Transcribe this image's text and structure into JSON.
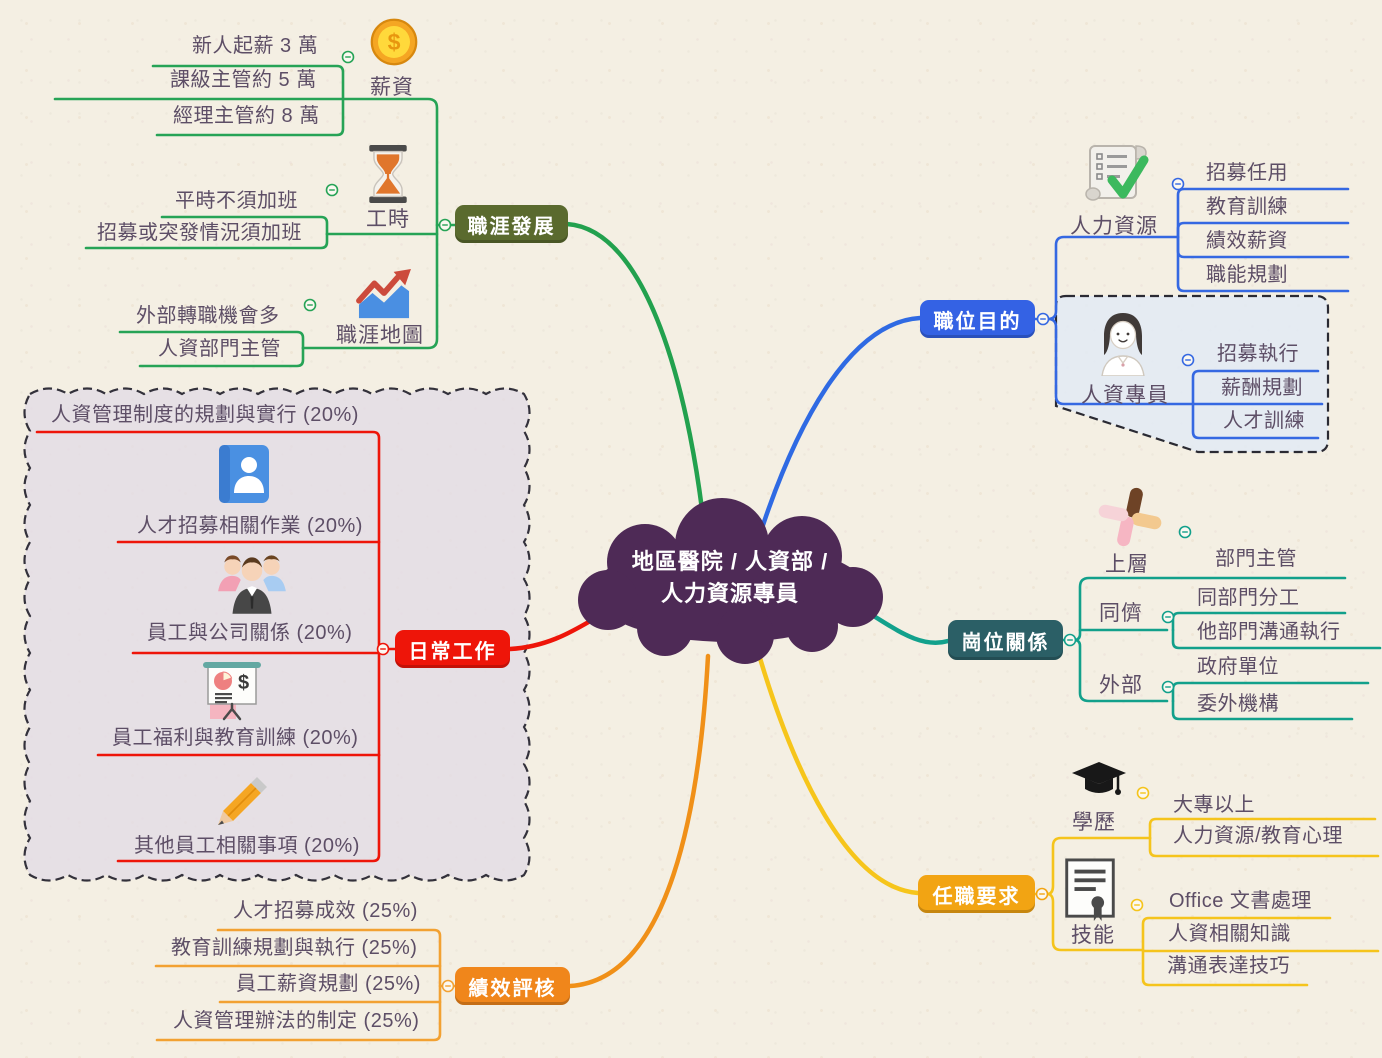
{
  "center": {
    "line1": "地區醫院 / 人資部 /",
    "line2": "人力資源專員"
  },
  "branches": {
    "career": {
      "label": "職涯發展",
      "line_color": "#26A356",
      "node_color": "#5A6A2E",
      "children": [
        {
          "label": "薪資",
          "icon": "coin-icon",
          "items": [
            "新人起薪 3 萬",
            "課級主管約 5 萬",
            "經理主管約 8 萬"
          ]
        },
        {
          "label": "工時",
          "icon": "hourglass-icon",
          "items": [
            "平時不須加班",
            "招募或突發情況須加班"
          ]
        },
        {
          "label": "職涯地圖",
          "icon": "trend-chart-icon",
          "items": [
            "外部轉職機會多",
            "人資部門主管"
          ]
        }
      ]
    },
    "purpose": {
      "label": "職位目的",
      "line_color": "#3568E2",
      "node_color": "#3462E4",
      "children": [
        {
          "label": "人力資源",
          "icon": "checklist-scroll-icon",
          "items": [
            "招募任用",
            "教育訓練",
            "績效薪資",
            "職能規劃"
          ]
        },
        {
          "label": "人資專員",
          "icon": "woman-avatar-icon",
          "items": [
            "招募執行",
            "薪酬規劃",
            "人才訓練"
          ]
        }
      ]
    },
    "relations": {
      "label": "崗位關係",
      "line_color": "#12A08B",
      "node_color": "#2B5F66",
      "icon": "holding-hands-icon",
      "children": [
        {
          "label": "上層",
          "items": [
            "部門主管"
          ]
        },
        {
          "label": "同儕",
          "items": [
            "同部門分工",
            "他部門溝通執行"
          ]
        },
        {
          "label": "外部",
          "items": [
            "政府單位",
            "委外機構"
          ]
        }
      ]
    },
    "requirements": {
      "label": "任職要求",
      "line_color": "#F5C41C",
      "node_color": "#F2A413",
      "children": [
        {
          "label": "學歷",
          "icon": "graduation-cap-icon",
          "items": [
            "大專以上",
            "人力資源/教育心理"
          ]
        },
        {
          "label": "技能",
          "icon": "certificate-icon",
          "items": [
            "Office 文書處理",
            "人資相關知識",
            "溝通表達技巧"
          ]
        }
      ]
    },
    "daily": {
      "label": "日常工作",
      "line_color": "#EE1509",
      "node_color": "#EE1509",
      "items": [
        {
          "text": "人資管理制度的規劃與實行 (20%)"
        },
        {
          "text": "人才招募相關作業 (20%)",
          "icon": "contact-book-icon"
        },
        {
          "text": "員工與公司關係 (20%)",
          "icon": "team-icon"
        },
        {
          "text": "員工福利與教育訓練 (20%)",
          "icon": "presentation-board-icon"
        },
        {
          "text": "其他員工相關事項 (20%)",
          "icon": "pencil-icon"
        }
      ]
    },
    "performance": {
      "label": "績效評核",
      "line_color": "#F2A132",
      "node_color": "#F0861B",
      "items": [
        "人才招募成效 (25%)",
        "教育訓練規劃與執行 (25%)",
        "員工薪資規劃 (25%)",
        "人資管理辦法的制定 (25%)"
      ]
    }
  },
  "icons": {
    "dollar_symbol": "$"
  },
  "colors": {
    "background": "#F4EFE3",
    "center_cloud": "#4E2A56",
    "daily_region_fill": "#E7E1E8",
    "specialist_region_fill": "#E6ECF5",
    "item_text": "#5D4E66"
  }
}
